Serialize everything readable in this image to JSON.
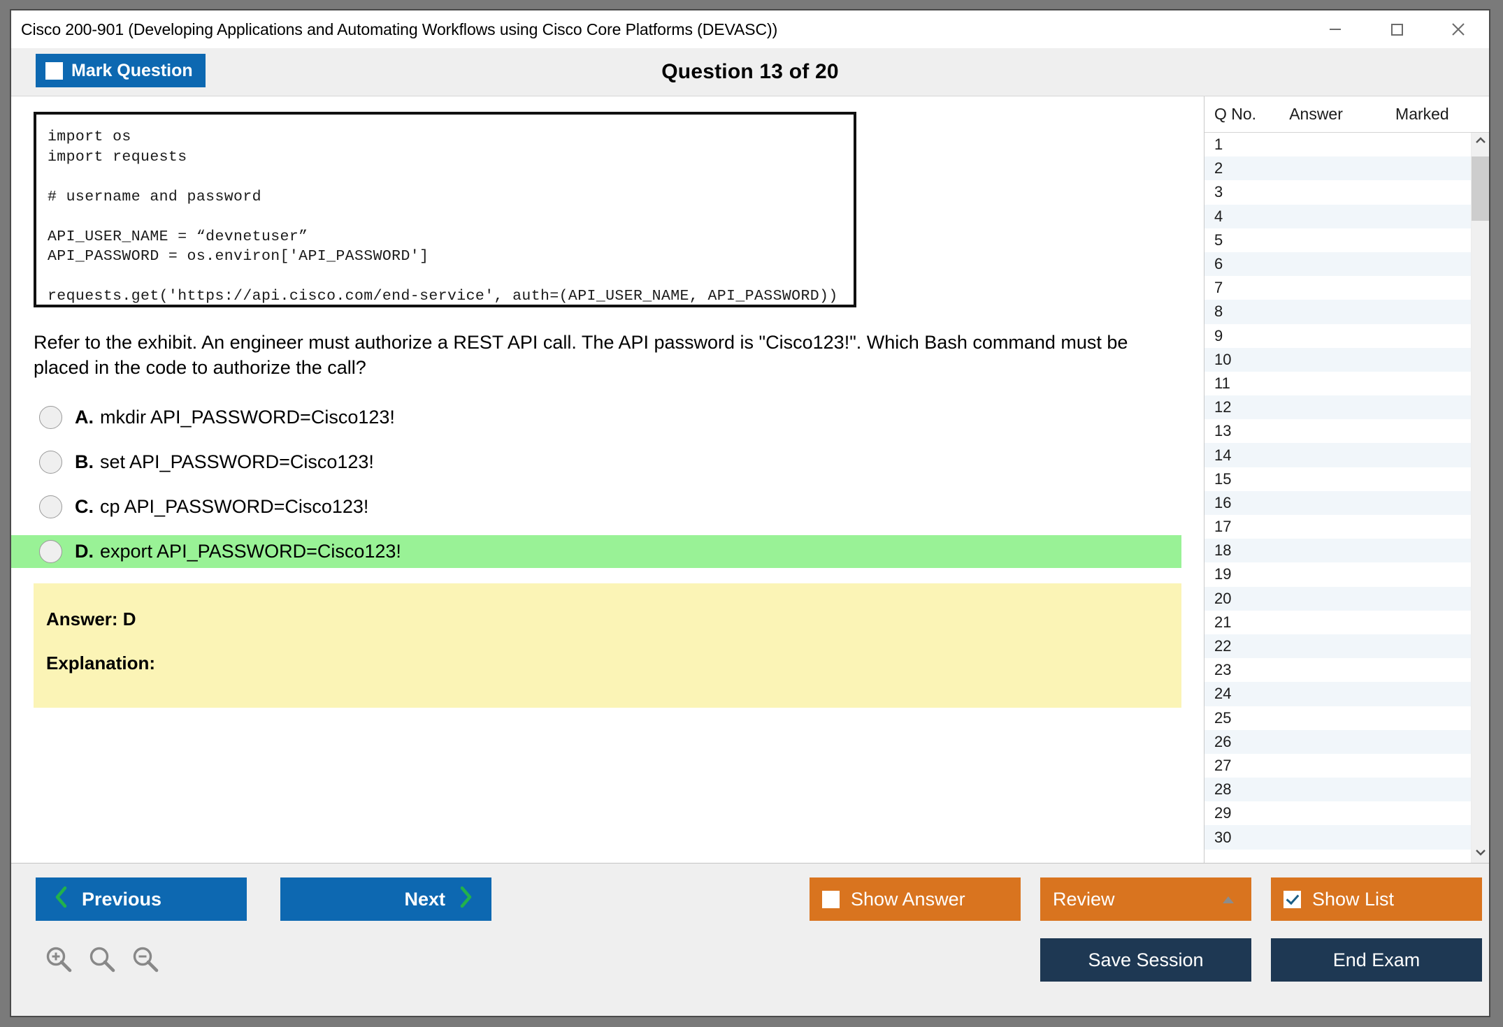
{
  "window": {
    "title": "Cisco 200-901 (Developing Applications and Automating Workflows using Cisco Core Platforms (DEVASC))",
    "controls": {
      "minimize": "minimize-icon",
      "maximize": "maximize-icon",
      "close": "close-icon"
    }
  },
  "header": {
    "mark_question_label": "Mark Question",
    "mark_question_checked": false,
    "question_counter": "Question 13 of 20"
  },
  "exhibit": {
    "code": "import os\nimport requests\n\n# username and password\n\nAPI_USER_NAME = “devnetuser”\nAPI_PASSWORD = os.environ['API_PASSWORD']\n\nrequests.get('https://api.cisco.com/end-service', auth=(API_USER_NAME, API_PASSWORD))"
  },
  "question": {
    "text": "Refer to the exhibit. An engineer must authorize a REST API call. The API password is \"Cisco123!\". Which Bash command must be placed in the code to authorize the call?",
    "options": [
      {
        "letter": "A.",
        "text": "mkdir API_PASSWORD=Cisco123!",
        "highlighted": false,
        "selected": false
      },
      {
        "letter": "B.",
        "text": "set API_PASSWORD=Cisco123!",
        "highlighted": false,
        "selected": false
      },
      {
        "letter": "C.",
        "text": "cp API_PASSWORD=Cisco123!",
        "highlighted": false,
        "selected": false
      },
      {
        "letter": "D.",
        "text": "export API_PASSWORD=Cisco123!",
        "highlighted": true,
        "selected": false
      }
    ]
  },
  "answer_box": {
    "answer_line": "Answer: D",
    "explanation_line": "Explanation:"
  },
  "question_list": {
    "columns": [
      "Q No.",
      "Answer",
      "Marked"
    ],
    "rows": [
      {
        "no": "1",
        "answer": "",
        "marked": ""
      },
      {
        "no": "2",
        "answer": "",
        "marked": ""
      },
      {
        "no": "3",
        "answer": "",
        "marked": ""
      },
      {
        "no": "4",
        "answer": "",
        "marked": ""
      },
      {
        "no": "5",
        "answer": "",
        "marked": ""
      },
      {
        "no": "6",
        "answer": "",
        "marked": ""
      },
      {
        "no": "7",
        "answer": "",
        "marked": ""
      },
      {
        "no": "8",
        "answer": "",
        "marked": ""
      },
      {
        "no": "9",
        "answer": "",
        "marked": ""
      },
      {
        "no": "10",
        "answer": "",
        "marked": ""
      },
      {
        "no": "11",
        "answer": "",
        "marked": ""
      },
      {
        "no": "12",
        "answer": "",
        "marked": ""
      },
      {
        "no": "13",
        "answer": "",
        "marked": ""
      },
      {
        "no": "14",
        "answer": "",
        "marked": ""
      },
      {
        "no": "15",
        "answer": "",
        "marked": ""
      },
      {
        "no": "16",
        "answer": "",
        "marked": ""
      },
      {
        "no": "17",
        "answer": "",
        "marked": ""
      },
      {
        "no": "18",
        "answer": "",
        "marked": ""
      },
      {
        "no": "19",
        "answer": "",
        "marked": ""
      },
      {
        "no": "20",
        "answer": "",
        "marked": ""
      },
      {
        "no": "21",
        "answer": "",
        "marked": ""
      },
      {
        "no": "22",
        "answer": "",
        "marked": ""
      },
      {
        "no": "23",
        "answer": "",
        "marked": ""
      },
      {
        "no": "24",
        "answer": "",
        "marked": ""
      },
      {
        "no": "25",
        "answer": "",
        "marked": ""
      },
      {
        "no": "26",
        "answer": "",
        "marked": ""
      },
      {
        "no": "27",
        "answer": "",
        "marked": ""
      },
      {
        "no": "28",
        "answer": "",
        "marked": ""
      },
      {
        "no": "29",
        "answer": "",
        "marked": ""
      },
      {
        "no": "30",
        "answer": "",
        "marked": ""
      }
    ],
    "scrollbar": {
      "up_arrow": "chevron-up-icon",
      "down_arrow": "chevron-down-icon"
    }
  },
  "footer": {
    "previous_label": "Previous",
    "next_label": "Next",
    "show_answer_label": "Show Answer",
    "show_answer_checked": false,
    "review_label": "Review",
    "review_caret": "caret-up-icon",
    "show_list_label": "Show List",
    "show_list_checked": true,
    "save_session_label": "Save Session",
    "end_exam_label": "End Exam",
    "zoom_in_icon": "zoom-in-icon",
    "zoom_reset_icon": "zoom-reset-icon",
    "zoom_out_icon": "zoom-out-icon"
  },
  "colors": {
    "primary_blue": "#0d68b1",
    "orange": "#d9741f",
    "dark_navy": "#1e3853",
    "highlight_green": "#99f296",
    "answer_yellow": "#fbf4b6",
    "chrome_grey": "#efefef",
    "chevron_green": "#22b14c"
  }
}
